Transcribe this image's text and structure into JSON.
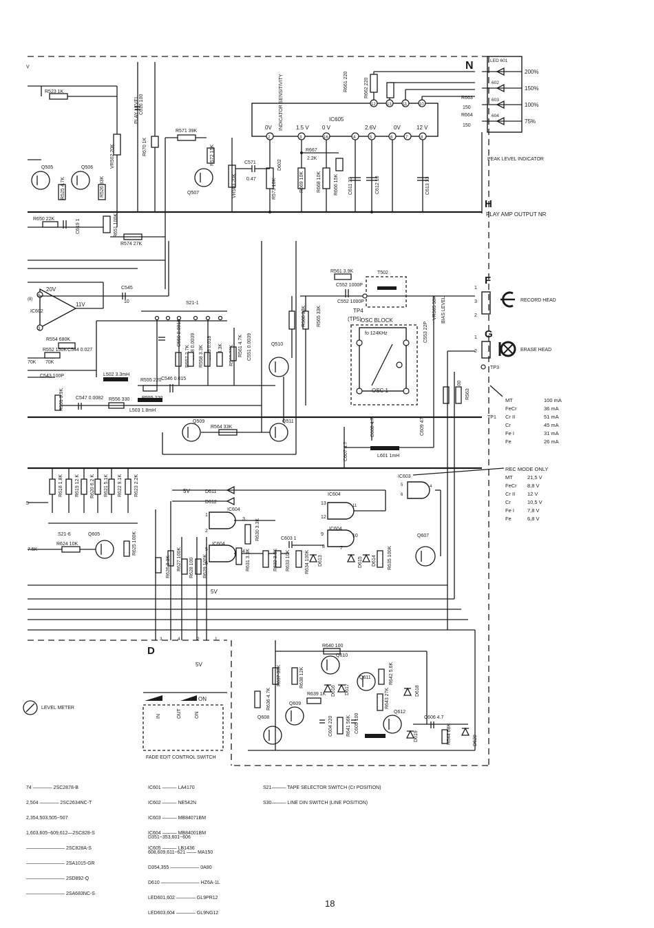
{
  "ic605": {
    "name": "IC605",
    "pins": [
      "2",
      "3",
      "16",
      "4",
      "5",
      "6",
      "7",
      "8",
      "12",
      "13",
      "11",
      "10"
    ],
    "voltages": [
      "0V",
      "1.5 V",
      "0 V",
      "2.6V",
      "0V",
      "12 V"
    ]
  },
  "ic602": {
    "name": "IC602",
    "v20": "20V",
    "v11": "11V",
    "pins": [
      "6",
      "8",
      "3"
    ]
  },
  "ic603": {
    "name": "IC603",
    "pins": [
      "5",
      "6",
      "4"
    ]
  },
  "ic604": {
    "name": "IC604",
    "pins": [
      "1",
      "2",
      "3",
      "5",
      "6",
      "4",
      "13",
      "12",
      "11",
      "9",
      "10",
      "8",
      "7"
    ]
  },
  "connectors": {
    "N": "N",
    "H": "H",
    "F": "F",
    "G": "G",
    "D": "D",
    "pins": [
      "1",
      "2",
      "3",
      "4",
      "5",
      "6"
    ]
  },
  "indicator": {
    "leds": [
      "LED 601",
      "602",
      "603",
      "604"
    ],
    "levels": [
      "200%",
      "150%",
      "100%",
      "75%"
    ],
    "res": [
      "R663",
      "R664",
      "150",
      "150"
    ],
    "label": "PEAK LEVEL INDICATOR"
  },
  "labels": {
    "play_amp": "PLAY AMP OUTPUT NR",
    "record_head": "RECORD HEAD",
    "erase_head": "ERASE HEAD",
    "tp3": "TP3",
    "tp4": "TP4",
    "tp5": "(TP5)",
    "osc_block": "OSC BLOCK",
    "fo": "fo 124KHz",
    "osc1": "OSC 1",
    "t502": "T502",
    "s21_1": "S21-1",
    "s21_6": "S21-6",
    "level_meter": "LEVEL METER",
    "fade_switch": "FADE EDIT CONTROL SWITCH",
    "in": "IN",
    "out": "OUT",
    "on": "ON",
    "v5": "5V",
    "v20": "20V",
    "v11": "11V",
    "c_left": "(8)",
    "tick_left": "5",
    "left_v": "V",
    "bias_level": "BIAS LEVEL",
    "play_level": "PLAY LEVEL",
    "ind_sens": "INDICATOR SENSITIVITY"
  },
  "components": {
    "r523": "R523 1K",
    "c616": "C616 100",
    "vr502": "VR502 20K",
    "r670": "R670 1K",
    "r571": "R571 39K",
    "r572": "R572 15K",
    "vr503": "VR503 20K",
    "c571": "C571",
    "c571v": "0.47",
    "d602": "D602",
    "r573": "R573 10K",
    "r669": "R669 10K",
    "r668": "R668 10K",
    "r667": "R667",
    "r667v": "2.2K",
    "r666": "R666 15K",
    "c611": "C611 33",
    "c612": "C612 10",
    "c613": "C613 33",
    "r661": "R661 220",
    "r662": "R662 220",
    "q505": "Q505",
    "q506": "Q506",
    "q507": "Q507",
    "r525": "R525 4.7K",
    "r526": "R526 33K",
    "r650": "R650 22K",
    "c619": "C619 1",
    "r651": "R651 100K",
    "r574": "R574 27K",
    "c545": "C545",
    "c545v": "10",
    "r554": "R554 680K",
    "r552": "R552 150K",
    "c544": "C544 0.027",
    "c543": "C543 100P",
    "r70k": "70K",
    "l502": "L502 3.3mH",
    "r555": "R555 220",
    "c546": "C546 0.015",
    "r551": "R551 3.9K",
    "c547": "C547 0.0082",
    "r556": "R556 330",
    "l503": "L503 1.8mH",
    "c550": "C550 0.0018",
    "c548": "C548 0.0039",
    "r557": "R557 2.7K",
    "r558": "R558 3.3K",
    "c549": "C549 0.018",
    "c549b": "0.018",
    "r559": "R559 3.3K",
    "r560": "R560 33K",
    "c551": "C551 0.0039",
    "r561": "R561 4.7K",
    "r556b": "R566 33K",
    "r565": "R565 33K",
    "q510": "Q510",
    "q509": "Q509",
    "q511": "Q511",
    "r564": "R564 33K",
    "r561b": "R561 3.9K",
    "c552": "C552 1000P",
    "vr505": "VR505 50K",
    "c553": "C553 22P",
    "r562": "R562 100",
    "r563": "R563",
    "c608": "C608 4.7",
    "c609": "C609 47",
    "c607": "C607 4.7",
    "l601": "L601 1mH",
    "r618": "R618 1.8K",
    "r619": "R619 12 K",
    "r620": "R620 6.2 K",
    "r621": "R621 5.1K",
    "r622": "R622 9.1K",
    "r623": "R623 2.2K",
    "q605": "Q605",
    "r624": "R624 10K",
    "r625": "R625 100K",
    "r75k": "7.5K",
    "d611": "D611",
    "d612": "D612",
    "r626": "R626 3.3K",
    "r627": "R627 100K",
    "r628": "R628 100",
    "r629": "R629 100K",
    "r630": "R630 3.3K",
    "r631": "R631 3.3K",
    "c603": "C603 1",
    "r632": "R632 3.3K",
    "r633": "R633 10K",
    "r634": "R634 100K",
    "d613": "D613",
    "d615": "D615",
    "d614": "D614",
    "r635": "R635 100K",
    "q607": "Q607",
    "r640": "R640 100",
    "q610": "Q610",
    "q611": "Q611",
    "r642": "R642 5.6K",
    "r637": "R637 33K",
    "r638": "R638 12K",
    "r639": "R639 1K",
    "d616": "D616",
    "d617": "D617",
    "r643": "R643 27K",
    "d618": "D618",
    "q609": "Q609",
    "q612": "Q612",
    "r636": "R636 4.7K",
    "q608": "Q608",
    "c604": "C604 220",
    "r641": "R641 56K",
    "c605": "C605 100",
    "d619": "D619",
    "c606": "C606 4.7",
    "r644": "R644 68K",
    "d620": "D620"
  },
  "tables": {
    "bias": {
      "tp": "TP1",
      "rows": [
        [
          "MT",
          "100 mA"
        ],
        [
          "FeCr",
          "36 mA"
        ],
        [
          "Cr II",
          "51 mA"
        ],
        [
          "Cr",
          "45 mA"
        ],
        [
          "Fe I",
          "31 mA"
        ],
        [
          "Fe",
          "26 mA"
        ]
      ]
    },
    "rec": {
      "title": "REC MODE ONLY",
      "rows": [
        [
          "MT",
          "21,5 V"
        ],
        [
          "FeCr",
          "8,8 V"
        ],
        [
          "Cr II",
          "12 V"
        ],
        [
          "Cr",
          "10,5 V"
        ],
        [
          "Fe I",
          "7,8 V"
        ],
        [
          "Fe",
          "6,8 V"
        ]
      ]
    }
  },
  "legend": {
    "transistors": [
      "74 ———— 2SC2878-B",
      "2,504 ———— 2SC2634NC-T",
      "2,354,503,505~507",
      "1,603,605~609,612—2SC828-S",
      "———————— 2SC828A-S",
      "———————— 2SA1015-GR",
      "———————— 2SD892-Q",
      "———————— 2SA683NC-S"
    ],
    "ics": [
      "IC601 ——— LA4170",
      "IC602 ——— NE542N",
      "IC603 ——— MB84071BM",
      "IC604 ——— MB84001BM",
      "IC605 ——— LB1436"
    ],
    "diodes": [
      "D351~353,601~606",
      "608,609,611~621 —— MA150",
      "D354,355 —————— 0A90",
      "D610 ———————— HZ6A-1L",
      "LED601,602 ———— GL9PR12",
      "LED603,604 ———— GL9NG12"
    ],
    "switches": [
      "S21——— TAPE SELECTOR SWITCH (Cr POSITION)",
      "S30——— LINE DIN SWITCH (LINE POSITION)"
    ]
  },
  "page_number": "18"
}
